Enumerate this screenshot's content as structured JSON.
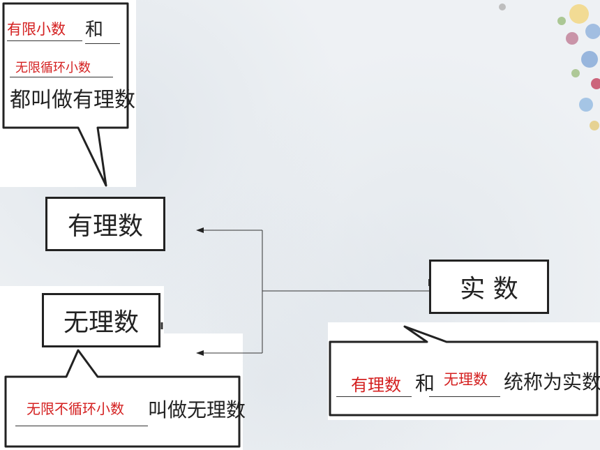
{
  "callout_top": {
    "blank1": "有限小数",
    "he": "和",
    "blank2": "无限循环小数",
    "suffix": "都叫做有理数"
  },
  "box_rational": "有理数",
  "box_irrational": "无理数",
  "box_real": "实 数",
  "callout_bottom_left": {
    "blank": "无限不循环小数",
    "suffix": "叫做无理数"
  },
  "callout_bottom_right": {
    "blank1": "有理数",
    "he": "和",
    "blank2": "无理数",
    "suffix": "统称为实数"
  },
  "colors": {
    "answer_red": "#d42020",
    "ink": "#222222",
    "background": "#eef1f4"
  }
}
